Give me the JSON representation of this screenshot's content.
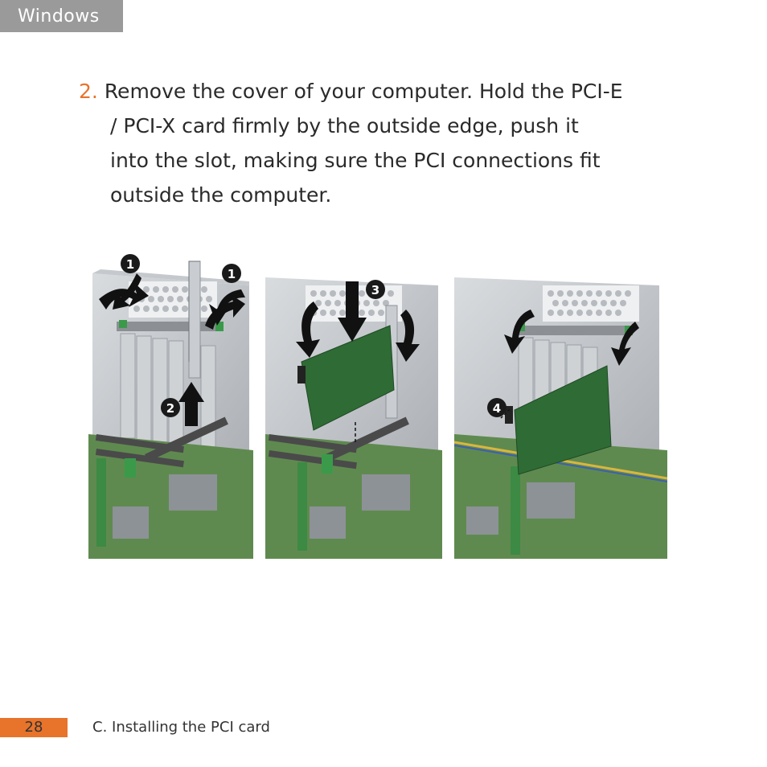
{
  "header": {
    "tab_label": "Windows"
  },
  "step": {
    "number": "2.",
    "lines": [
      "Remove the cover of your computer. Hold the PCI-E",
      "/ PCI-X card firmly by the outside edge, push it",
      "into the slot, making sure the PCI connections fit",
      "outside the computer."
    ]
  },
  "figure": {
    "callouts": [
      "1",
      "1",
      "2",
      "3",
      "4"
    ]
  },
  "footer": {
    "page_number": "28",
    "section_title": "C. Installing the PCI card"
  },
  "colors": {
    "accent": "#e8732a",
    "tab_gray": "#9a9a9a",
    "board_green": "#3e7a3a",
    "card_green": "#2f6b35"
  }
}
